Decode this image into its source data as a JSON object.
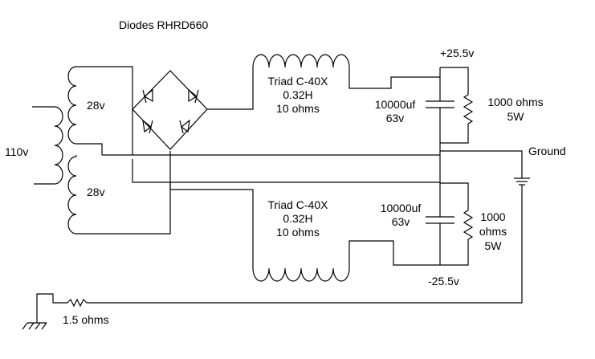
{
  "labels": {
    "diodes": "Diodes RHRD660",
    "primary_voltage": "110v",
    "secondary_top": "28v",
    "secondary_bottom": "28v",
    "choke_top": [
      "Triad C-40X",
      "0.32H",
      "10 ohms"
    ],
    "choke_bottom": [
      "Triad C-40X",
      "0.32H",
      "10 ohms"
    ],
    "pos_rail": "+25.5v",
    "neg_rail": "-25.5v",
    "cap_top": [
      "10000uf",
      "63v"
    ],
    "cap_bottom": [
      "10000uf",
      "63v"
    ],
    "res_top": [
      "1000 ohms",
      "5W"
    ],
    "res_bottom": [
      "1000",
      "ohms",
      "5W"
    ],
    "ground": "Ground",
    "ground_resistor": "1.5 ohms"
  },
  "colors": {
    "ink": "#000000",
    "background": "#ffffff"
  }
}
